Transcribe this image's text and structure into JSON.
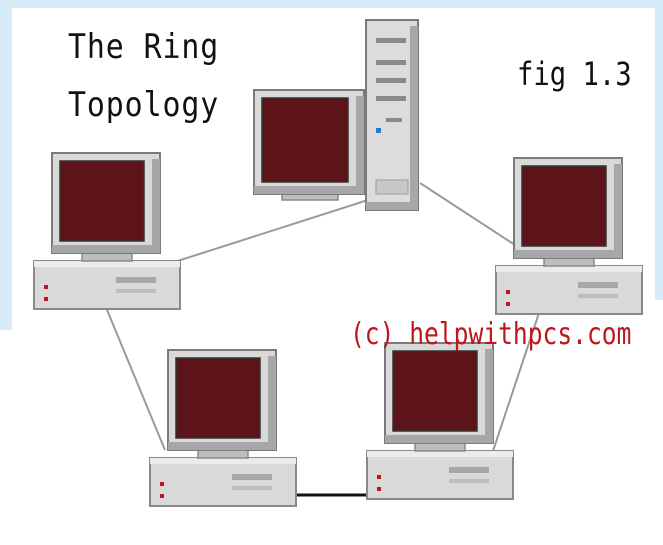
{
  "diagram": {
    "title_line_1": "The Ring",
    "title_line_2": "Topology",
    "figure_label": "fig 1.3",
    "credit": "(c) helpwithpcs.com"
  },
  "nodes": [
    {
      "id": "pc-left",
      "kind": "desktop-pc"
    },
    {
      "id": "pc-top",
      "kind": "monitor"
    },
    {
      "id": "server",
      "kind": "tower-server"
    },
    {
      "id": "pc-right",
      "kind": "desktop-pc"
    },
    {
      "id": "pc-bottom-right",
      "kind": "desktop-pc"
    },
    {
      "id": "pc-bottom-left",
      "kind": "desktop-pc"
    }
  ],
  "links": [
    {
      "from": "server",
      "to": "pc-right"
    },
    {
      "from": "server",
      "to": "pc-left"
    },
    {
      "from": "pc-left",
      "to": "pc-bottom-left"
    },
    {
      "from": "pc-bottom-left",
      "to": "pc-bottom-right",
      "emphasis": "thick"
    },
    {
      "from": "pc-bottom-right",
      "to": "pc-right"
    }
  ],
  "colors": {
    "screen": "#5c1419",
    "case": "#d9d9d9",
    "case_dark": "#a7a7a7",
    "link": "#9a9a9a",
    "link_thick": "#111111",
    "credit": "#c0151b",
    "frame": "#d7ecf9"
  }
}
